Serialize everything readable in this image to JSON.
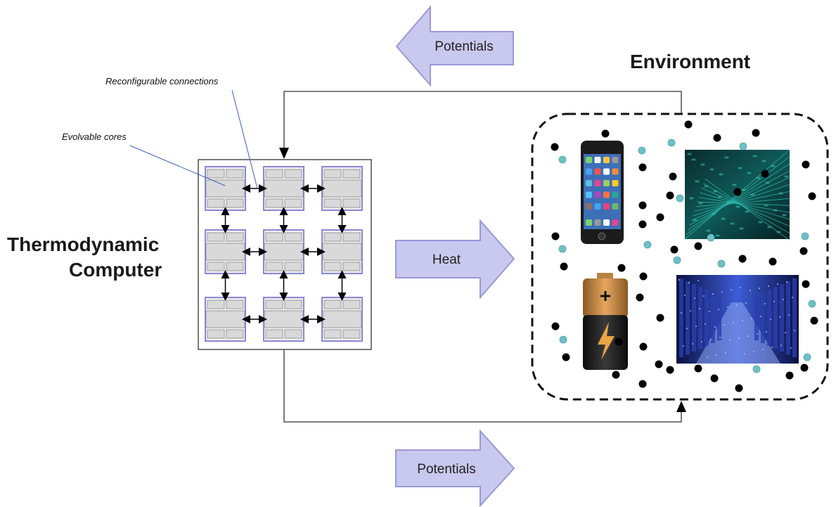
{
  "labels": {
    "environment": "Environment",
    "computer_line1": "Thermodynamic",
    "computer_line2": "Computer",
    "reconfigurable": "Reconfigurable connections",
    "evolvable": "Evolvable cores"
  },
  "arrows": {
    "top": "Potentials",
    "middle": "Heat",
    "bottom": "Potentials"
  },
  "colors": {
    "arrow_fill": "#c9c8ee",
    "arrow_stroke": "#9a98d8",
    "core_border": "#8a87d6",
    "core_fill": "#d9d9d9",
    "particle_black": "#000000",
    "particle_teal": "#6fbfc4",
    "annotation_line": "#3b5fb8"
  },
  "icons": [
    "phone-icon",
    "binary-code-image",
    "battery-icon",
    "server-room-image"
  ]
}
